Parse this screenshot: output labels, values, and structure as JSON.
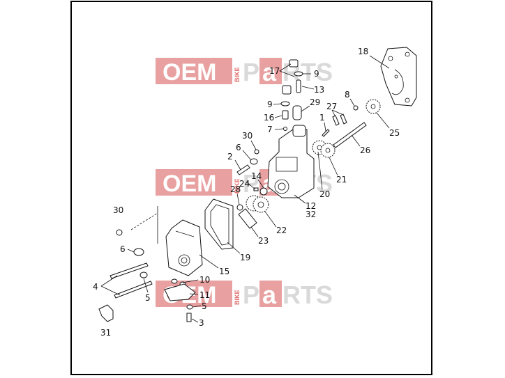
{
  "watermark": {
    "oem": "OEM",
    "bike": "BIKE",
    "parts_p": "P",
    "parts_a": "a",
    "parts_rts": "RTS",
    "accent_color": "#e8a0a0",
    "gray_color": "#d9d9d9"
  },
  "callouts": [
    {
      "id": "18",
      "label": "18"
    },
    {
      "id": "17",
      "label": "17"
    },
    {
      "id": "9a",
      "label": "9"
    },
    {
      "id": "13",
      "label": "13"
    },
    {
      "id": "8",
      "label": "8"
    },
    {
      "id": "29",
      "label": "29"
    },
    {
      "id": "9b",
      "label": "9"
    },
    {
      "id": "27",
      "label": "27"
    },
    {
      "id": "16",
      "label": "16"
    },
    {
      "id": "1",
      "label": "1"
    },
    {
      "id": "25",
      "label": "25"
    },
    {
      "id": "7",
      "label": "7"
    },
    {
      "id": "30a",
      "label": "30"
    },
    {
      "id": "26",
      "label": "26"
    },
    {
      "id": "6a",
      "label": "6"
    },
    {
      "id": "2",
      "label": "2"
    },
    {
      "id": "21",
      "label": "21"
    },
    {
      "id": "14",
      "label": "14"
    },
    {
      "id": "24",
      "label": "24"
    },
    {
      "id": "20",
      "label": "20"
    },
    {
      "id": "28",
      "label": "28"
    },
    {
      "id": "12",
      "label": "12"
    },
    {
      "id": "32",
      "label": "32"
    },
    {
      "id": "30b",
      "label": "30"
    },
    {
      "id": "22",
      "label": "22"
    },
    {
      "id": "23",
      "label": "23"
    },
    {
      "id": "6b",
      "label": "6"
    },
    {
      "id": "19",
      "label": "19"
    },
    {
      "id": "15",
      "label": "15"
    },
    {
      "id": "4",
      "label": "4"
    },
    {
      "id": "10",
      "label": "10"
    },
    {
      "id": "5a",
      "label": "5"
    },
    {
      "id": "11",
      "label": "11"
    },
    {
      "id": "5b",
      "label": "5"
    },
    {
      "id": "3",
      "label": "3"
    },
    {
      "id": "31",
      "label": "31"
    }
  ]
}
